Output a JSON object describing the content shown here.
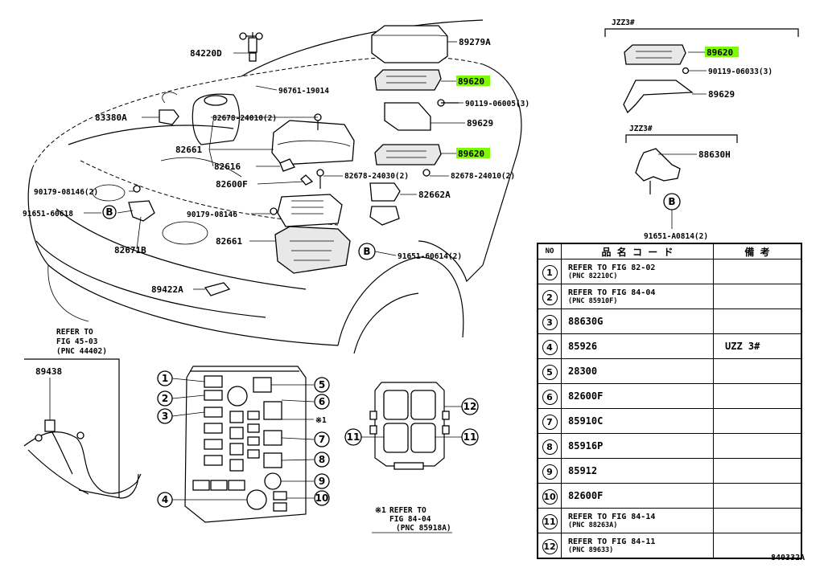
{
  "labels": {
    "p84220d": "84220D",
    "p89279a": "89279A",
    "p96761": "96761-19014",
    "p83380a": "83380A",
    "p89620a": "89620",
    "p90119a": "90119-06005(3)",
    "p82678a": "82678-24010(2)",
    "p89629a": "89629",
    "p82661a": "82661",
    "p89620b": "89620",
    "p82616": "82616",
    "p82678b": "82678-24030(2)",
    "p82678c": "82678-24010(2)",
    "p82600f": "82600F",
    "p90179a": "90179-08146(2)",
    "p82662a": "82662A",
    "p91651a": "91651-60618",
    "p90179b": "90179-08146",
    "p82671b": "82671B",
    "p82661b": "82661",
    "p91651b": "91651-60614(2)",
    "p89422a": "89422A",
    "jzz3a": "JZZ3#",
    "p89620c": "89620",
    "p90119b": "90119-06033(3)",
    "p89629b": "89629",
    "jzz3b": "JZZ3#",
    "p88630h": "88630H",
    "p91651c": "91651-A0814(2)",
    "refer_a1": "REFER TO",
    "refer_a2": "FIG 45-03",
    "refer_a3": "(PNC 44402)",
    "p89438": "89438",
    "note_mark": "※1",
    "note_l1": "REFER TO",
    "note_l2": "FIG 84-04",
    "note_l3": "(PNC 85918A)",
    "b_marker": "B"
  },
  "callouts": {
    "n1": "1",
    "n2": "2",
    "n3": "3",
    "n4": "4",
    "n5": "5",
    "n6": "6",
    "n7": "7",
    "n8": "8",
    "n9": "9",
    "n10": "10",
    "n11": "11",
    "n12": "12",
    "star1": "※1"
  },
  "highlight_color": "#7CFC00",
  "table": {
    "headers": {
      "no": "NO",
      "name": "品 名 コ ー ド",
      "note": "備 考"
    },
    "rows": [
      {
        "no": "1",
        "line1": "REFER TO FIG 82-02",
        "line2": "(PNC 82210C)",
        "note": ""
      },
      {
        "no": "2",
        "line1": "REFER TO FIG 84-04",
        "line2": "(PNC 85910F)",
        "note": ""
      },
      {
        "no": "3",
        "line1": "88630G",
        "line2": "",
        "note": ""
      },
      {
        "no": "4",
        "line1": "85926",
        "line2": "",
        "note": "UZZ 3#"
      },
      {
        "no": "5",
        "line1": "28300",
        "line2": "",
        "note": ""
      },
      {
        "no": "6",
        "line1": "82600F",
        "line2": "",
        "note": ""
      },
      {
        "no": "7",
        "line1": "85910C",
        "line2": "",
        "note": ""
      },
      {
        "no": "8",
        "line1": "85916P",
        "line2": "",
        "note": ""
      },
      {
        "no": "9",
        "line1": "85912",
        "line2": "",
        "note": ""
      },
      {
        "no": "10",
        "line1": "82600F",
        "line2": "",
        "note": ""
      },
      {
        "no": "11",
        "line1": "REFER TO FIG 84-14",
        "line2": "(PNC 88263A)",
        "note": ""
      },
      {
        "no": "12",
        "line1": "REFER TO FIG 84-11",
        "line2": "(PNC 89633)",
        "note": ""
      }
    ]
  },
  "drawing_code": "840332A"
}
